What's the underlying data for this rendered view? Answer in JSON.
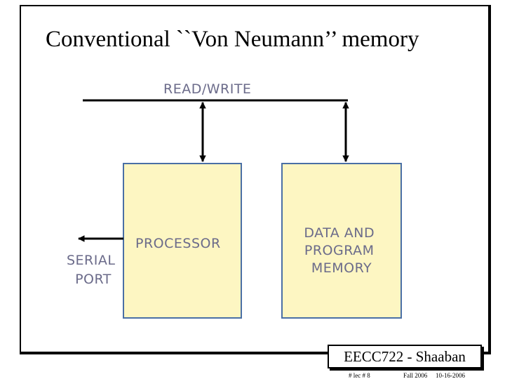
{
  "slide": {
    "title": "Conventional ``Von Neumann’’ memory",
    "badge": "EECC722 - Shaaban",
    "footer": {
      "lecture": "# lec # 8",
      "term": "Fall 2006",
      "date": "10-16-2006"
    }
  },
  "diagram": {
    "bus_label": "READ/WRITE",
    "processor_label": [
      "PROCESSOR"
    ],
    "memory_label": [
      "DATA AND",
      "PROGRAM",
      "MEMORY"
    ],
    "serial_port_label": [
      "SERIAL",
      "PORT"
    ],
    "colors": {
      "box_fill": "#fdf6c2",
      "box_border": "#4a6fa5",
      "text": "#6b6b8a",
      "line": "#000000"
    }
  }
}
